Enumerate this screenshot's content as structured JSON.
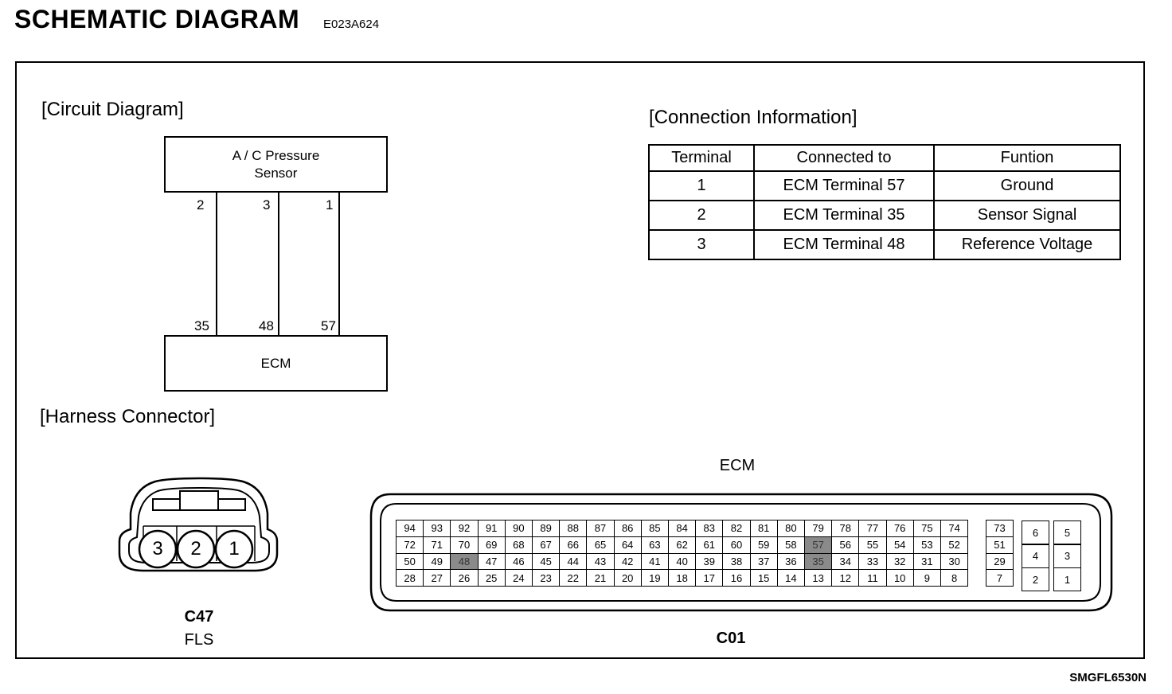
{
  "header": {
    "title": "SCHEMATIC DIAGRAM",
    "code": "E023A624"
  },
  "footer": {
    "code": "SMGFL6530N"
  },
  "circuit": {
    "heading": "[Circuit Diagram]",
    "sensor_label": "A / C Pressure\nSensor",
    "ecm_label": "ECM",
    "sensor_pins": [
      "2",
      "3",
      "1"
    ],
    "ecm_pins": [
      "35",
      "48",
      "57"
    ]
  },
  "connection": {
    "heading": "[Connection Information]",
    "columns": [
      "Terminal",
      "Connected to",
      "Funtion"
    ],
    "rows": [
      [
        "1",
        "ECM Terminal 57",
        "Ground"
      ],
      [
        "2",
        "ECM Terminal 35",
        "Sensor Signal"
      ],
      [
        "3",
        "ECM Terminal 48",
        "Reference Voltage"
      ]
    ]
  },
  "harness": {
    "heading": "[Harness Connector]",
    "c47": {
      "pins": [
        "3",
        "2",
        "1"
      ],
      "code": "C47",
      "name": "FLS"
    },
    "ecm": {
      "label": "ECM",
      "code": "C01",
      "main_rows": [
        [
          "94",
          "93",
          "92",
          "91",
          "90",
          "89",
          "88",
          "87",
          "86",
          "85",
          "84",
          "83",
          "82",
          "81",
          "80",
          "79",
          "78",
          "77",
          "76",
          "75",
          "74"
        ],
        [
          "72",
          "71",
          "70",
          "69",
          "68",
          "67",
          "66",
          "65",
          "64",
          "63",
          "62",
          "61",
          "60",
          "59",
          "58",
          "57",
          "56",
          "55",
          "54",
          "53",
          "52"
        ],
        [
          "50",
          "49",
          "48",
          "47",
          "46",
          "45",
          "44",
          "43",
          "42",
          "41",
          "40",
          "39",
          "38",
          "37",
          "36",
          "35",
          "34",
          "33",
          "32",
          "31",
          "30"
        ],
        [
          "28",
          "27",
          "26",
          "25",
          "24",
          "23",
          "22",
          "21",
          "20",
          "19",
          "18",
          "17",
          "16",
          "15",
          "14",
          "13",
          "12",
          "11",
          "10",
          "9",
          "8"
        ]
      ],
      "side_column": [
        "73",
        "51",
        "29",
        "7"
      ],
      "small_a": [
        "6",
        "4",
        "2"
      ],
      "small_b": [
        "5",
        "3",
        "1"
      ],
      "highlighted": [
        "48",
        "57",
        "35"
      ]
    }
  }
}
